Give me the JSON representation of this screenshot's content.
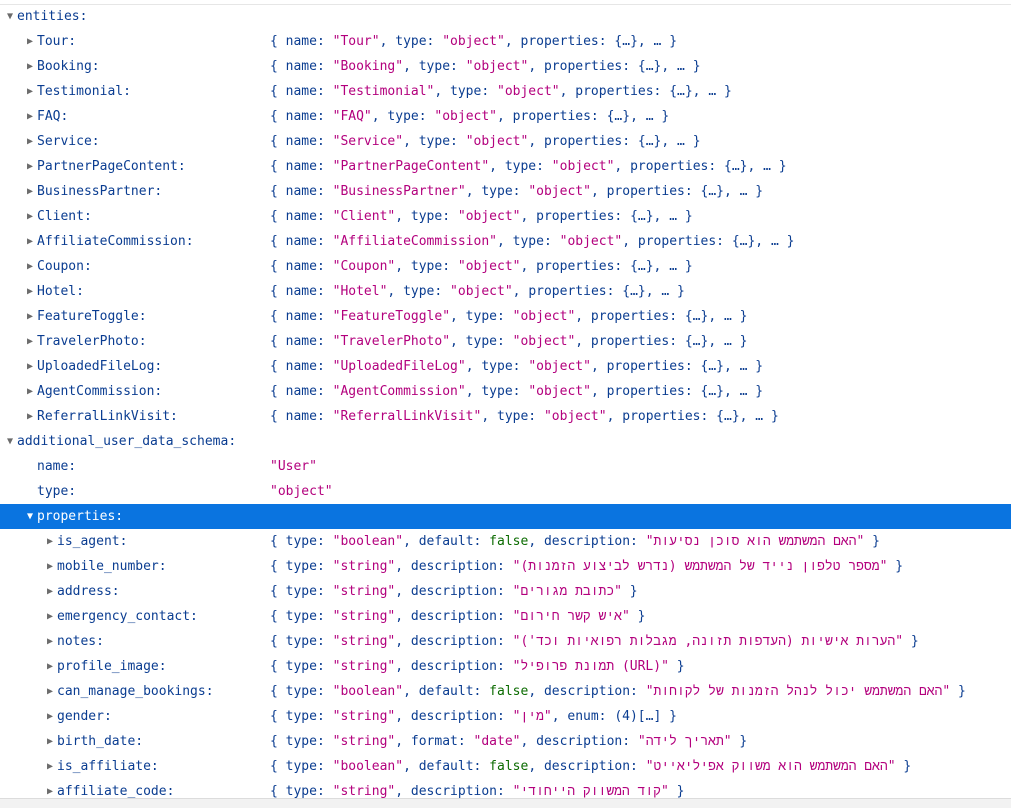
{
  "rows": [
    {
      "level": 0,
      "twisty": "open",
      "key": "entities:",
      "parts": []
    },
    {
      "level": 1,
      "twisty": "closed",
      "key": "Tour:",
      "parts": [
        {
          "t": "p",
          "v": "{ name: "
        },
        {
          "t": "s",
          "v": "\"Tour\""
        },
        {
          "t": "p",
          "v": ", type: "
        },
        {
          "t": "s",
          "v": "\"object\""
        },
        {
          "t": "p",
          "v": ", properties: {…}, … }"
        }
      ]
    },
    {
      "level": 1,
      "twisty": "closed",
      "key": "Booking:",
      "parts": [
        {
          "t": "p",
          "v": "{ name: "
        },
        {
          "t": "s",
          "v": "\"Booking\""
        },
        {
          "t": "p",
          "v": ", type: "
        },
        {
          "t": "s",
          "v": "\"object\""
        },
        {
          "t": "p",
          "v": ", properties: {…}, … }"
        }
      ]
    },
    {
      "level": 1,
      "twisty": "closed",
      "key": "Testimonial:",
      "parts": [
        {
          "t": "p",
          "v": "{ name: "
        },
        {
          "t": "s",
          "v": "\"Testimonial\""
        },
        {
          "t": "p",
          "v": ", type: "
        },
        {
          "t": "s",
          "v": "\"object\""
        },
        {
          "t": "p",
          "v": ", properties: {…}, … }"
        }
      ]
    },
    {
      "level": 1,
      "twisty": "closed",
      "key": "FAQ:",
      "parts": [
        {
          "t": "p",
          "v": "{ name: "
        },
        {
          "t": "s",
          "v": "\"FAQ\""
        },
        {
          "t": "p",
          "v": ", type: "
        },
        {
          "t": "s",
          "v": "\"object\""
        },
        {
          "t": "p",
          "v": ", properties: {…}, … }"
        }
      ]
    },
    {
      "level": 1,
      "twisty": "closed",
      "key": "Service:",
      "parts": [
        {
          "t": "p",
          "v": "{ name: "
        },
        {
          "t": "s",
          "v": "\"Service\""
        },
        {
          "t": "p",
          "v": ", type: "
        },
        {
          "t": "s",
          "v": "\"object\""
        },
        {
          "t": "p",
          "v": ", properties: {…}, … }"
        }
      ]
    },
    {
      "level": 1,
      "twisty": "closed",
      "key": "PartnerPageContent:",
      "parts": [
        {
          "t": "p",
          "v": "{ name: "
        },
        {
          "t": "s",
          "v": "\"PartnerPageContent\""
        },
        {
          "t": "p",
          "v": ", type: "
        },
        {
          "t": "s",
          "v": "\"object\""
        },
        {
          "t": "p",
          "v": ", properties: {…}, … }"
        }
      ]
    },
    {
      "level": 1,
      "twisty": "closed",
      "key": "BusinessPartner:",
      "parts": [
        {
          "t": "p",
          "v": "{ name: "
        },
        {
          "t": "s",
          "v": "\"BusinessPartner\""
        },
        {
          "t": "p",
          "v": ", type: "
        },
        {
          "t": "s",
          "v": "\"object\""
        },
        {
          "t": "p",
          "v": ", properties: {…}, … }"
        }
      ]
    },
    {
      "level": 1,
      "twisty": "closed",
      "key": "Client:",
      "parts": [
        {
          "t": "p",
          "v": "{ name: "
        },
        {
          "t": "s",
          "v": "\"Client\""
        },
        {
          "t": "p",
          "v": ", type: "
        },
        {
          "t": "s",
          "v": "\"object\""
        },
        {
          "t": "p",
          "v": ", properties: {…}, … }"
        }
      ]
    },
    {
      "level": 1,
      "twisty": "closed",
      "key": "AffiliateCommission:",
      "parts": [
        {
          "t": "p",
          "v": "{ name: "
        },
        {
          "t": "s",
          "v": "\"AffiliateCommission\""
        },
        {
          "t": "p",
          "v": ", type: "
        },
        {
          "t": "s",
          "v": "\"object\""
        },
        {
          "t": "p",
          "v": ", properties: {…}, … }"
        }
      ]
    },
    {
      "level": 1,
      "twisty": "closed",
      "key": "Coupon:",
      "parts": [
        {
          "t": "p",
          "v": "{ name: "
        },
        {
          "t": "s",
          "v": "\"Coupon\""
        },
        {
          "t": "p",
          "v": ", type: "
        },
        {
          "t": "s",
          "v": "\"object\""
        },
        {
          "t": "p",
          "v": ", properties: {…}, … }"
        }
      ]
    },
    {
      "level": 1,
      "twisty": "closed",
      "key": "Hotel:",
      "parts": [
        {
          "t": "p",
          "v": "{ name: "
        },
        {
          "t": "s",
          "v": "\"Hotel\""
        },
        {
          "t": "p",
          "v": ", type: "
        },
        {
          "t": "s",
          "v": "\"object\""
        },
        {
          "t": "p",
          "v": ", properties: {…}, … }"
        }
      ]
    },
    {
      "level": 1,
      "twisty": "closed",
      "key": "FeatureToggle:",
      "parts": [
        {
          "t": "p",
          "v": "{ name: "
        },
        {
          "t": "s",
          "v": "\"FeatureToggle\""
        },
        {
          "t": "p",
          "v": ", type: "
        },
        {
          "t": "s",
          "v": "\"object\""
        },
        {
          "t": "p",
          "v": ", properties: {…}, … }"
        }
      ]
    },
    {
      "level": 1,
      "twisty": "closed",
      "key": "TravelerPhoto:",
      "parts": [
        {
          "t": "p",
          "v": "{ name: "
        },
        {
          "t": "s",
          "v": "\"TravelerPhoto\""
        },
        {
          "t": "p",
          "v": ", type: "
        },
        {
          "t": "s",
          "v": "\"object\""
        },
        {
          "t": "p",
          "v": ", properties: {…}, … }"
        }
      ]
    },
    {
      "level": 1,
      "twisty": "closed",
      "key": "UploadedFileLog:",
      "parts": [
        {
          "t": "p",
          "v": "{ name: "
        },
        {
          "t": "s",
          "v": "\"UploadedFileLog\""
        },
        {
          "t": "p",
          "v": ", type: "
        },
        {
          "t": "s",
          "v": "\"object\""
        },
        {
          "t": "p",
          "v": ", properties: {…}, … }"
        }
      ]
    },
    {
      "level": 1,
      "twisty": "closed",
      "key": "AgentCommission:",
      "parts": [
        {
          "t": "p",
          "v": "{ name: "
        },
        {
          "t": "s",
          "v": "\"AgentCommission\""
        },
        {
          "t": "p",
          "v": ", type: "
        },
        {
          "t": "s",
          "v": "\"object\""
        },
        {
          "t": "p",
          "v": ", properties: {…}, … }"
        }
      ]
    },
    {
      "level": 1,
      "twisty": "closed",
      "key": "ReferralLinkVisit:",
      "parts": [
        {
          "t": "p",
          "v": "{ name: "
        },
        {
          "t": "s",
          "v": "\"ReferralLinkVisit\""
        },
        {
          "t": "p",
          "v": ", type: "
        },
        {
          "t": "s",
          "v": "\"object\""
        },
        {
          "t": "p",
          "v": ", properties: {…}, … }"
        }
      ]
    },
    {
      "level": 0,
      "twisty": "open",
      "key": "additional_user_data_schema:",
      "parts": []
    },
    {
      "level": 1,
      "twisty": "none",
      "key": "name:",
      "parts": [
        {
          "t": "s",
          "v": "\"User\""
        }
      ]
    },
    {
      "level": 1,
      "twisty": "none",
      "key": "type:",
      "parts": [
        {
          "t": "s",
          "v": "\"object\""
        }
      ]
    },
    {
      "level": 1,
      "twisty": "open",
      "key": "properties:",
      "parts": [],
      "selected": true
    },
    {
      "level": 2,
      "twisty": "closed",
      "key": "is_agent:",
      "parts": [
        {
          "t": "p",
          "v": "{ type: "
        },
        {
          "t": "s",
          "v": "\"boolean\""
        },
        {
          "t": "p",
          "v": ", default: "
        },
        {
          "t": "k",
          "v": "false"
        },
        {
          "t": "p",
          "v": ", description: "
        },
        {
          "t": "s",
          "v": "\"האם המשתמש הוא סוכן נסיעות\""
        },
        {
          "t": "p",
          "v": " }"
        }
      ]
    },
    {
      "level": 2,
      "twisty": "closed",
      "key": "mobile_number:",
      "parts": [
        {
          "t": "p",
          "v": "{ type: "
        },
        {
          "t": "s",
          "v": "\"string\""
        },
        {
          "t": "p",
          "v": ", description: "
        },
        {
          "t": "s",
          "v": "\"מספר טלפון נייד של המשתמש (נדרש לביצוע הזמנות)\""
        },
        {
          "t": "p",
          "v": " }"
        }
      ]
    },
    {
      "level": 2,
      "twisty": "closed",
      "key": "address:",
      "parts": [
        {
          "t": "p",
          "v": "{ type: "
        },
        {
          "t": "s",
          "v": "\"string\""
        },
        {
          "t": "p",
          "v": ", description: "
        },
        {
          "t": "s",
          "v": "\"כתובת מגורים\""
        },
        {
          "t": "p",
          "v": " }"
        }
      ]
    },
    {
      "level": 2,
      "twisty": "closed",
      "key": "emergency_contact:",
      "parts": [
        {
          "t": "p",
          "v": "{ type: "
        },
        {
          "t": "s",
          "v": "\"string\""
        },
        {
          "t": "p",
          "v": ", description: "
        },
        {
          "t": "s",
          "v": "\"איש קשר חירום\""
        },
        {
          "t": "p",
          "v": " }"
        }
      ]
    },
    {
      "level": 2,
      "twisty": "closed",
      "key": "notes:",
      "parts": [
        {
          "t": "p",
          "v": "{ type: "
        },
        {
          "t": "s",
          "v": "\"string\""
        },
        {
          "t": "p",
          "v": ", description: "
        },
        {
          "t": "s",
          "v": "\"הערות אישיות (העדפות תזונה, מגבלות רפואיות וכד')\""
        },
        {
          "t": "p",
          "v": " }"
        }
      ]
    },
    {
      "level": 2,
      "twisty": "closed",
      "key": "profile_image:",
      "parts": [
        {
          "t": "p",
          "v": "{ type: "
        },
        {
          "t": "s",
          "v": "\"string\""
        },
        {
          "t": "p",
          "v": ", description: "
        },
        {
          "t": "s",
          "v": "\"תמונת פרופיל (URL)\""
        },
        {
          "t": "p",
          "v": " }"
        }
      ]
    },
    {
      "level": 2,
      "twisty": "closed",
      "key": "can_manage_bookings:",
      "parts": [
        {
          "t": "p",
          "v": "{ type: "
        },
        {
          "t": "s",
          "v": "\"boolean\""
        },
        {
          "t": "p",
          "v": ", default: "
        },
        {
          "t": "k",
          "v": "false"
        },
        {
          "t": "p",
          "v": ", description: "
        },
        {
          "t": "s",
          "v": "\"האם המשתמש יכול לנהל הזמנות של לקוחות\""
        },
        {
          "t": "p",
          "v": " }"
        }
      ]
    },
    {
      "level": 2,
      "twisty": "closed",
      "key": "gender:",
      "parts": [
        {
          "t": "p",
          "v": "{ type: "
        },
        {
          "t": "s",
          "v": "\"string\""
        },
        {
          "t": "p",
          "v": ", description: "
        },
        {
          "t": "s",
          "v": "\"מין\""
        },
        {
          "t": "p",
          "v": ", enum: (4)[…] }"
        }
      ]
    },
    {
      "level": 2,
      "twisty": "closed",
      "key": "birth_date:",
      "parts": [
        {
          "t": "p",
          "v": "{ type: "
        },
        {
          "t": "s",
          "v": "\"string\""
        },
        {
          "t": "p",
          "v": ", format: "
        },
        {
          "t": "s",
          "v": "\"date\""
        },
        {
          "t": "p",
          "v": ", description: "
        },
        {
          "t": "s",
          "v": "\"תאריך לידה\""
        },
        {
          "t": "p",
          "v": " }"
        }
      ]
    },
    {
      "level": 2,
      "twisty": "closed",
      "key": "is_affiliate:",
      "parts": [
        {
          "t": "p",
          "v": "{ type: "
        },
        {
          "t": "s",
          "v": "\"boolean\""
        },
        {
          "t": "p",
          "v": ", default: "
        },
        {
          "t": "k",
          "v": "false"
        },
        {
          "t": "p",
          "v": ", description: "
        },
        {
          "t": "s",
          "v": "\"האם המשתמש הוא משווק אפיליאייט\""
        },
        {
          "t": "p",
          "v": " }"
        }
      ]
    },
    {
      "level": 2,
      "twisty": "closed",
      "key": "affiliate_code:",
      "parts": [
        {
          "t": "p",
          "v": "{ type: "
        },
        {
          "t": "s",
          "v": "\"string\""
        },
        {
          "t": "p",
          "v": ", description: "
        },
        {
          "t": "s",
          "v": "\"קוד המשווק הייחודי\""
        },
        {
          "t": "p",
          "v": " }"
        }
      ]
    }
  ],
  "colors": {
    "key": "#0b3d91",
    "string": "#b3007d",
    "keyword": "#0b6b00",
    "selection": "#0a74e0"
  }
}
